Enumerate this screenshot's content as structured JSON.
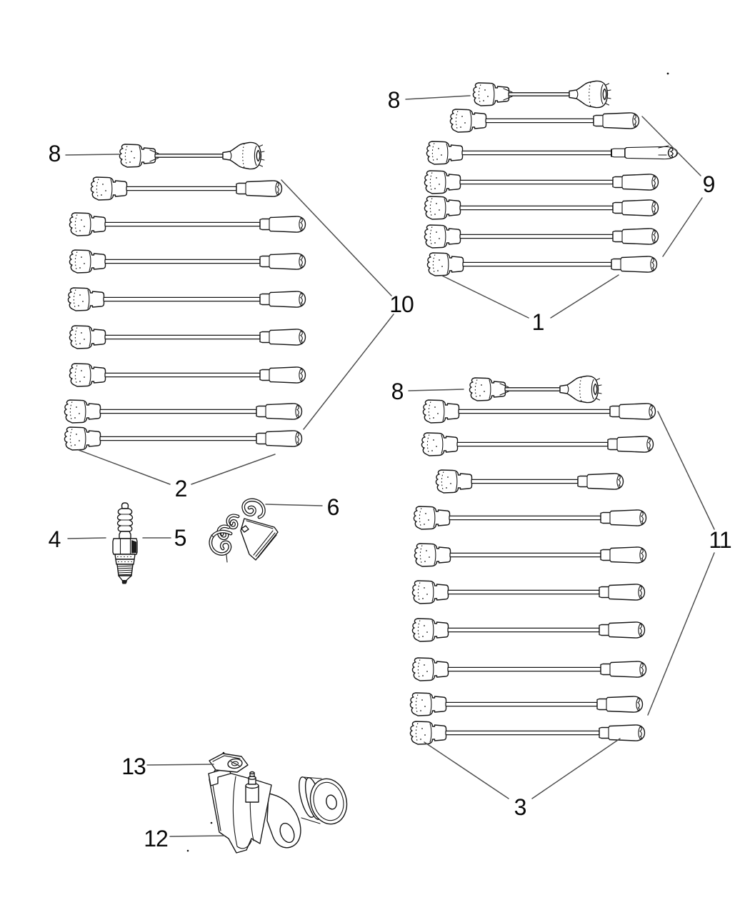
{
  "figure": {
    "background_color": "#ffffff",
    "artwork_color": "#181818",
    "leader_line_color": "#505050",
    "description": "Exploded parts line-diagram: three spark plug wire sets with coil wires, a spark plug, a wire routing clip and a sensor bracket assembly"
  },
  "callouts": [
    {
      "label": "8",
      "points_to": "coil-wire",
      "group": "left"
    },
    {
      "label": "10",
      "points_to": "spark-plug-wire-set",
      "group": "left"
    },
    {
      "label": "2",
      "points_to": "spark-plug-wires",
      "group": "left"
    },
    {
      "label": "4",
      "points_to": "spark-plug"
    },
    {
      "label": "5",
      "points_to": "spark-plug"
    },
    {
      "label": "6",
      "points_to": "wire-clip"
    },
    {
      "label": "8",
      "points_to": "coil-wire",
      "group": "top-right"
    },
    {
      "label": "9",
      "points_to": "spark-plug-wire-set",
      "group": "top-right"
    },
    {
      "label": "1",
      "points_to": "spark-plug-wires",
      "group": "top-right"
    },
    {
      "label": "8",
      "points_to": "coil-wire",
      "group": "bottom-right"
    },
    {
      "label": "11",
      "points_to": "spark-plug-wire-set",
      "group": "bottom-right"
    },
    {
      "label": "3",
      "points_to": "spark-plug-wires",
      "group": "bottom-right"
    },
    {
      "label": "13",
      "points_to": "sensor-bracket"
    },
    {
      "label": "12",
      "points_to": "sensor"
    }
  ]
}
